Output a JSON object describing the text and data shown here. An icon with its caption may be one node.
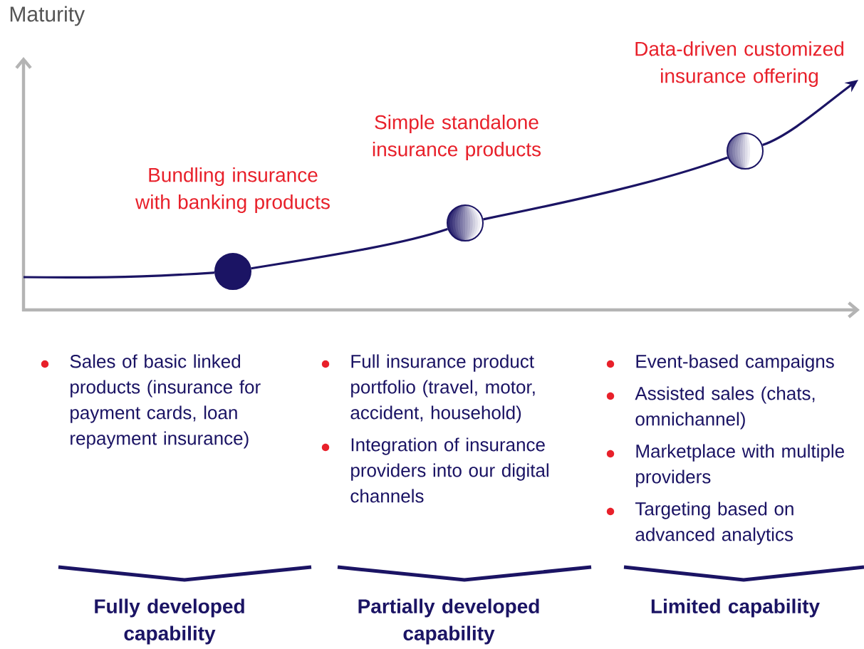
{
  "diagram": {
    "nodes": [
      {
        "text": [],
        "shape": "circle",
        "beside": [
          "Bundling insurance with banking products"
        ]
      },
      {
        "text": [],
        "shape": "circle",
        "beside": [
          "Simple standalone insurance products"
        ]
      },
      {
        "text": [],
        "shape": "circle",
        "beside": [
          "Data-driven customized insurance offering"
        ]
      }
    ],
    "edges": [
      {
        "from": null,
        "to": 0,
        "arrow": "none"
      },
      {
        "from": 0,
        "to": 1,
        "arrow": "none"
      },
      {
        "from": 1,
        "to": 2,
        "arrow": "none"
      },
      {
        "from": 2,
        "to": null,
        "arrow": "to"
      }
    ],
    "labels": [
      "Maturity",
      "Sales of basic linked products (insurance for payment cards, loan repayment insurance)",
      "Full insurance product portfolio (travel, motor, accident, household)",
      "Integration of insurance providers into our digital channels",
      "Event-based campaigns",
      "Assisted sales (chats, omnichannel)",
      "Marketplace with multiple providers",
      "Targeting based on advanced analytics",
      "Fully developed capability",
      "Partially developed capability",
      "Limited capability"
    ]
  }
}
